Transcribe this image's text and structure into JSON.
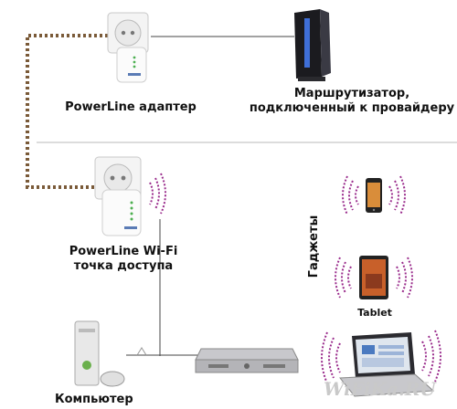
{
  "labels": {
    "powerline_adapter": "PowerLine адаптер",
    "router": "Маршрутизатор,\nподключенный к провайдеру",
    "powerline_wifi": "PowerLine Wi-Fi\nточка доступа",
    "gadgets": "Гаджеты",
    "tablet": "Tablet",
    "computer": "Компьютер",
    "watermark": "WiFiKa.RU"
  },
  "colors": {
    "powerline_cable": "#7a5a38",
    "ethernet_cable": "#444444",
    "divider": "#b8b8b8",
    "wifi_waves": "#9a2c8c",
    "watermark": "#c9c9c9"
  }
}
